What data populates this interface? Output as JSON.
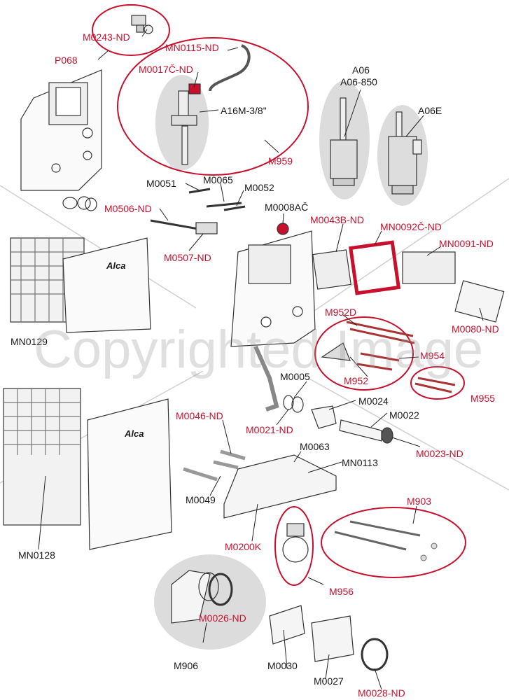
{
  "labels": {
    "m0243": "M0243-ND",
    "p068": "P068",
    "mn0115": "MN0115-ND",
    "m0017": "M0017Č-ND",
    "a16m": "A16M-3/8\"",
    "m959": "M959",
    "a06": "A06",
    "a06_850": "A06-850",
    "a06e": "A06E",
    "m0051": "M0051",
    "m0065": "M0065",
    "m0052": "M0052",
    "m0506": "M0506-ND",
    "m0008": "M0008AČ",
    "m0043b": "M0043B-ND",
    "mn0092": "MN0092Č-ND",
    "mn0091": "MN0091-ND",
    "m0507": "M0507-ND",
    "m0080": "M0080-ND",
    "m952d": "M952D",
    "m954": "M954",
    "m952": "M952",
    "m955": "M955",
    "mn0129": "MN0129",
    "m0005": "M0005",
    "m0024": "M0024",
    "m0022": "M0022",
    "m0021": "M0021-ND",
    "m0023": "M0023-ND",
    "m0046": "M0046-ND",
    "m0063": "M0063",
    "mn0113": "MN0113",
    "m0049": "M0049",
    "m903": "M903",
    "m0200k": "M0200K",
    "mn0128": "MN0128",
    "m956": "M956",
    "m0026": "M0026-ND",
    "m906": "M906",
    "m0030": "M0030",
    "m0027": "M0027",
    "m0028": "M0028-ND"
  },
  "brand": {
    "alca_top": "Alca",
    "alca_bottom": "Alca"
  },
  "watermark": "Copyrighted Image",
  "colors": {
    "red": "#c8102e",
    "black": "#1a1a1a",
    "grey_bg": "#d9d9d9"
  }
}
